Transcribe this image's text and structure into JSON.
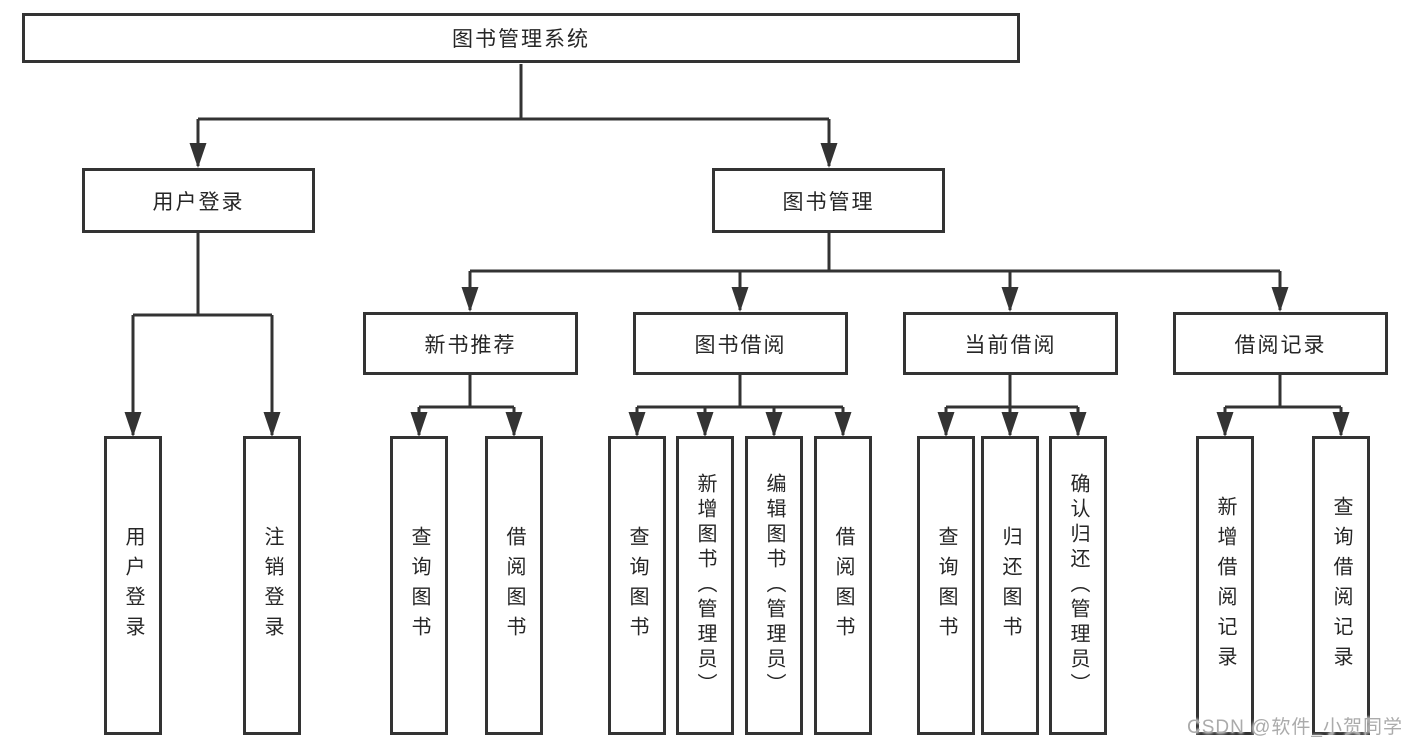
{
  "tree": {
    "root": {
      "label": "图书管理系统"
    },
    "branches": [
      {
        "label": "用户登录",
        "children": [
          {
            "label": "用户登录"
          },
          {
            "label": "注销登录"
          }
        ]
      },
      {
        "label": "图书管理",
        "children": [
          {
            "label": "新书推荐",
            "children": [
              {
                "label": "查询图书"
              },
              {
                "label": "借阅图书"
              }
            ]
          },
          {
            "label": "图书借阅",
            "children": [
              {
                "label": "查询图书"
              },
              {
                "label": "新增图书（管理员）"
              },
              {
                "label": "编辑图书（管理员）"
              },
              {
                "label": "借阅图书"
              }
            ]
          },
          {
            "label": "当前借阅",
            "children": [
              {
                "label": "查询图书"
              },
              {
                "label": "归还图书"
              },
              {
                "label": "确认归还（管理员）"
              }
            ]
          },
          {
            "label": "借阅记录",
            "children": [
              {
                "label": "新增借阅记录"
              },
              {
                "label": "查询借阅记录"
              }
            ]
          }
        ]
      }
    ]
  },
  "watermark": {
    "text": "CSDN @软件_小贺同学"
  },
  "colors": {
    "line": "#333333",
    "text": "#262626",
    "background": "#ffffff",
    "watermark": "#ababab"
  }
}
